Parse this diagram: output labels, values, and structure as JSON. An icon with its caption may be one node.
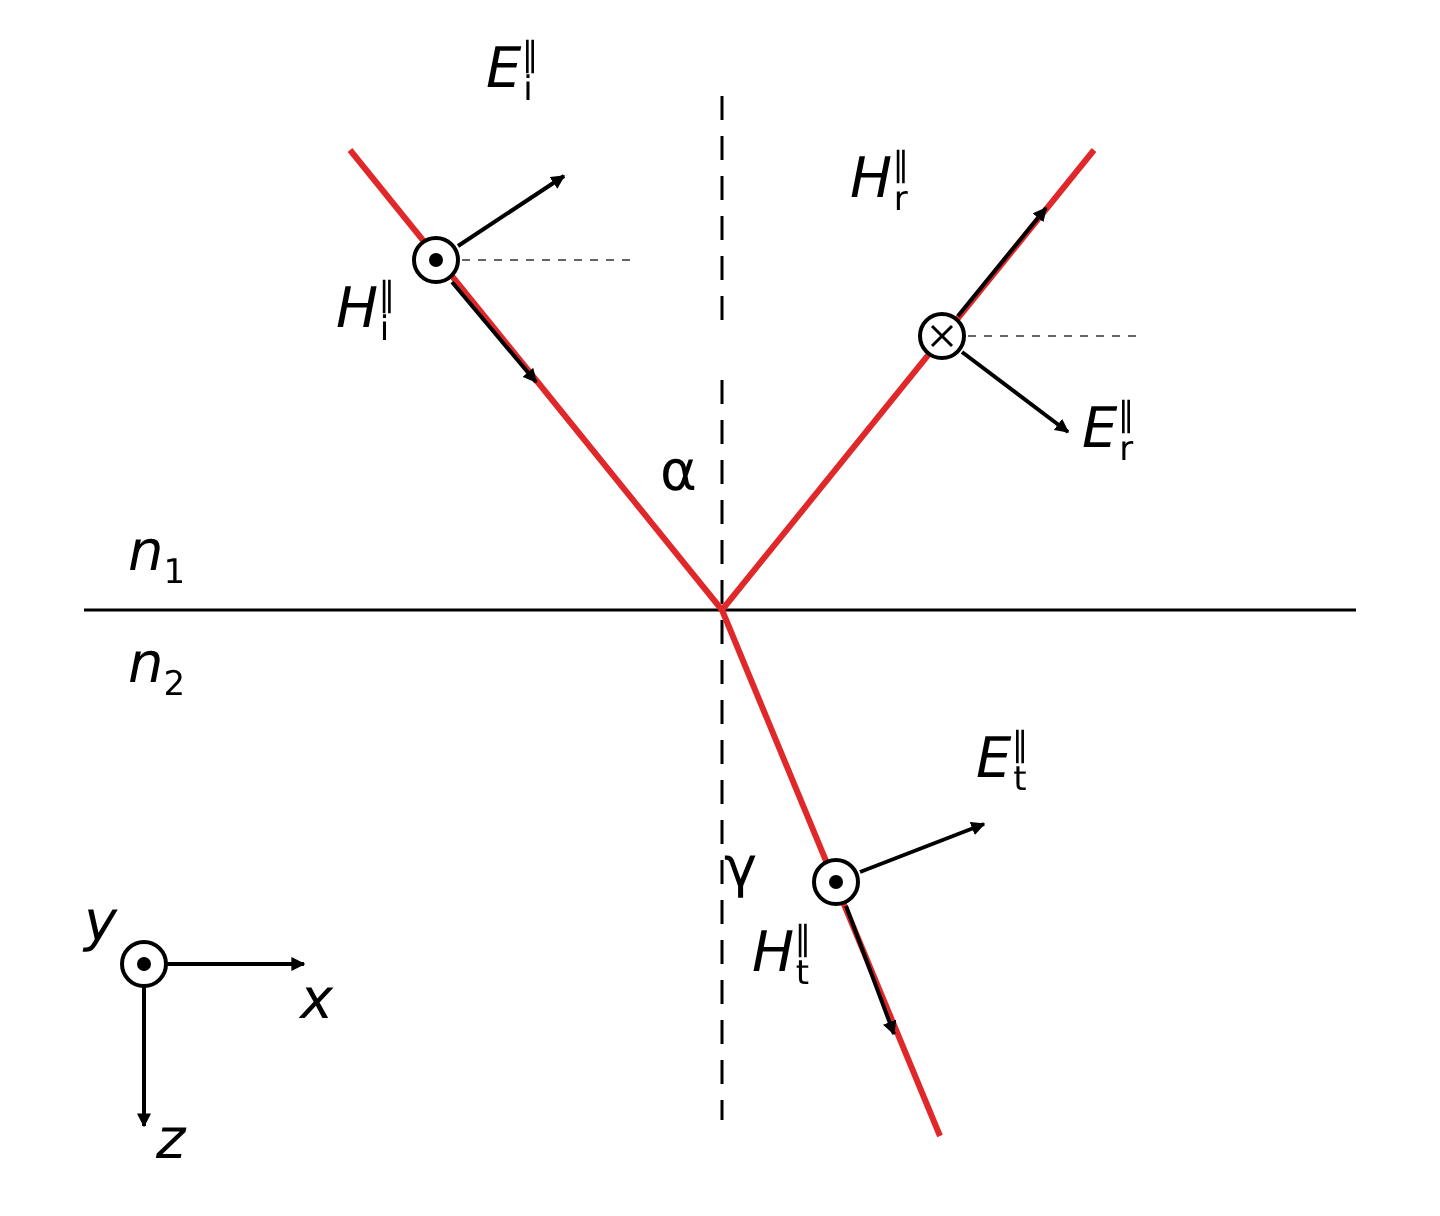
{
  "diagram": {
    "labels": [
      "*E*$^{∥}$$_{i}$",
      "*H*$^{∥}$$_{i}$",
      "*H*$^{∥}$$_{r}$",
      "*E*$^{∥}$$_{r}$",
      "α",
      "*n*$_{1}$",
      "*n*$_{2}$",
      "γ",
      "*E*$^{∥}$$_{t}$",
      "*H*$^{∥}$$_{t}$",
      "*y*",
      "*x*",
      "*z*"
    ]
  }
}
